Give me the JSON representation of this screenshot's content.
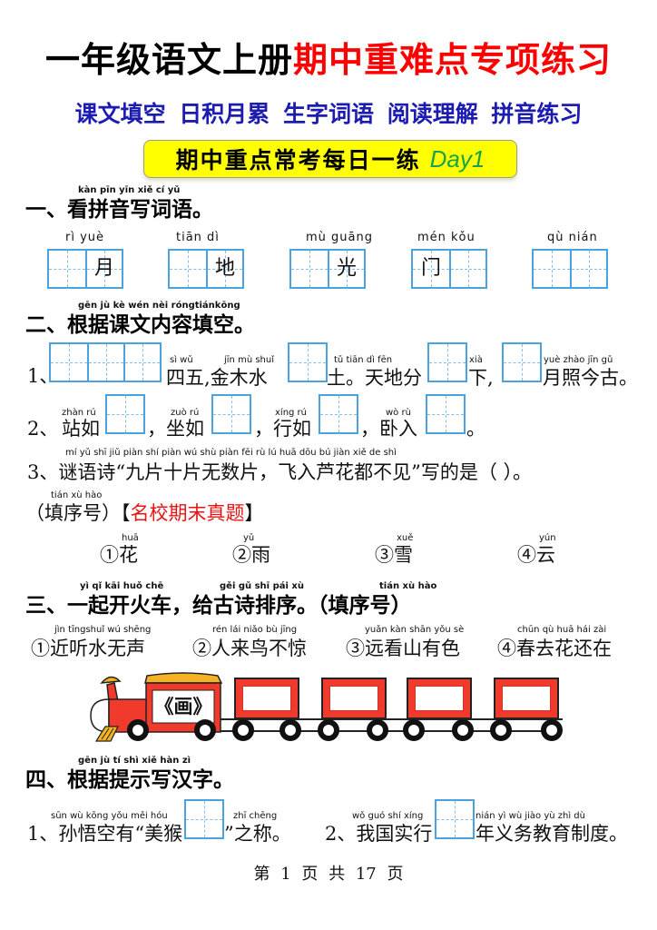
{
  "header": {
    "title_black": "一年级语文上册",
    "title_red": "期中重难点专项练习",
    "subtitle": "课文填空 日积月累 生字词语 阅读理解 拼音练习",
    "banner_text": "期中重点常考每日一练",
    "banner_day": "Day1"
  },
  "colors": {
    "title_red": "#ff0000",
    "subtitle_blue": "#1c1cb0",
    "banner_yellow": "#ffff00",
    "day_green": "#16a34a",
    "grid_blue": "#4aa3df",
    "train_red": "#ef3a2c",
    "train_roof": "#f5b324"
  },
  "section1": {
    "pinyin": "kàn pīn yīn xiě cí  yǔ",
    "heading": "一、看拼音写词语。",
    "words": [
      {
        "pinyin": "rì   yuè",
        "chars": [
          "",
          "月"
        ]
      },
      {
        "pinyin": "tiān dì",
        "chars": [
          "",
          "地"
        ]
      },
      {
        "pinyin": "mù guāng",
        "chars": [
          "",
          "光"
        ]
      },
      {
        "pinyin": "mén   kǒu",
        "chars": [
          "门",
          ""
        ]
      },
      {
        "pinyin": "qù nián",
        "chars": [
          "",
          ""
        ]
      }
    ]
  },
  "section2": {
    "pinyin": "gēn  jù  kè wén nèi róngtiánkōng",
    "heading": "二、根据课文内容填空。",
    "q1": {
      "num": "1、",
      "py_a": "sì   wǔ",
      "text_a": "四五,金木水",
      "py_b": "jīn mù shuǐ",
      "py_c": "tǔ   tiān dì  fēn",
      "text_c": "土。天地分",
      "py_d": "xià",
      "text_d": "下,",
      "py_e": "yuè zhào jīn  gǔ",
      "text_e": "月照今古。"
    },
    "q2": {
      "num": "2、",
      "items": [
        {
          "pinyin": "zhàn  rú",
          "text": "站如"
        },
        {
          "pinyin": "zuò  rú",
          "text": "，坐如"
        },
        {
          "pinyin": "xíng  rú",
          "text": "，行如"
        },
        {
          "pinyin": "wò  rù",
          "text": "，卧入"
        }
      ],
      "end": "。"
    },
    "q3": {
      "pinyin": "mí  yǔ  shī    jiǔ piàn shí piàn wú  shù piàn       fēi  rù  lú  huā dōu  bú  jiàn   xiě  de  shì",
      "text": "3、谜语诗“九片十片无数片，飞入芦花都不见”写的是（      ）。",
      "note_pinyin": "tián xù hào",
      "note": "（填序号）【",
      "note_red": "名校期末真题",
      "note_end": "】",
      "options": [
        {
          "pinyin": "huā",
          "label": "①花"
        },
        {
          "pinyin": "yǔ",
          "label": "②雨"
        },
        {
          "pinyin": "xuě",
          "label": "③雪"
        },
        {
          "pinyin": "yún",
          "label": "④云"
        }
      ]
    }
  },
  "section3": {
    "pinyin_a": "yì  qǐ  kāi huǒ chē",
    "pinyin_b": "gěi  gǔ  shī  pái  xù",
    "pinyin_c": "tián xù hào",
    "heading": "三、一起开火车，给古诗排序。（填序号）",
    "lines": [
      {
        "pinyin": "jìn tīngshuǐ wú shēng",
        "text": "①近听水无声"
      },
      {
        "pinyin": "rén lái niǎo bù jīng",
        "text": "②人来鸟不惊"
      },
      {
        "pinyin": "yuǎn kàn shān yǒu  sè",
        "text": "③远看山有色"
      },
      {
        "pinyin": "chūn qù  huā hái zài",
        "text": "④春去花还在"
      }
    ],
    "engine_label": "《画》",
    "cars_count": 4
  },
  "section4": {
    "pinyin": "gēn  jù  tí  shì xiě hàn  zì",
    "heading": "四、根据提示写汉字。",
    "q1": {
      "pinyin_a": "sūn  wù kōng yǒu   měi hóu",
      "text_a": "1、孙悟空有“美猴",
      "pinyin_b": "zhī chēng",
      "text_b": "”之称。"
    },
    "q2": {
      "pinyin_a": "wǒ  guó shí xíng",
      "text_a": "2、我国实行",
      "pinyin_b": "nián yì   wù jiào yù  zhì  dù",
      "text_b": "年义务教育制度。"
    }
  },
  "footer": {
    "page_text": "第 1 页 共 17 页"
  }
}
